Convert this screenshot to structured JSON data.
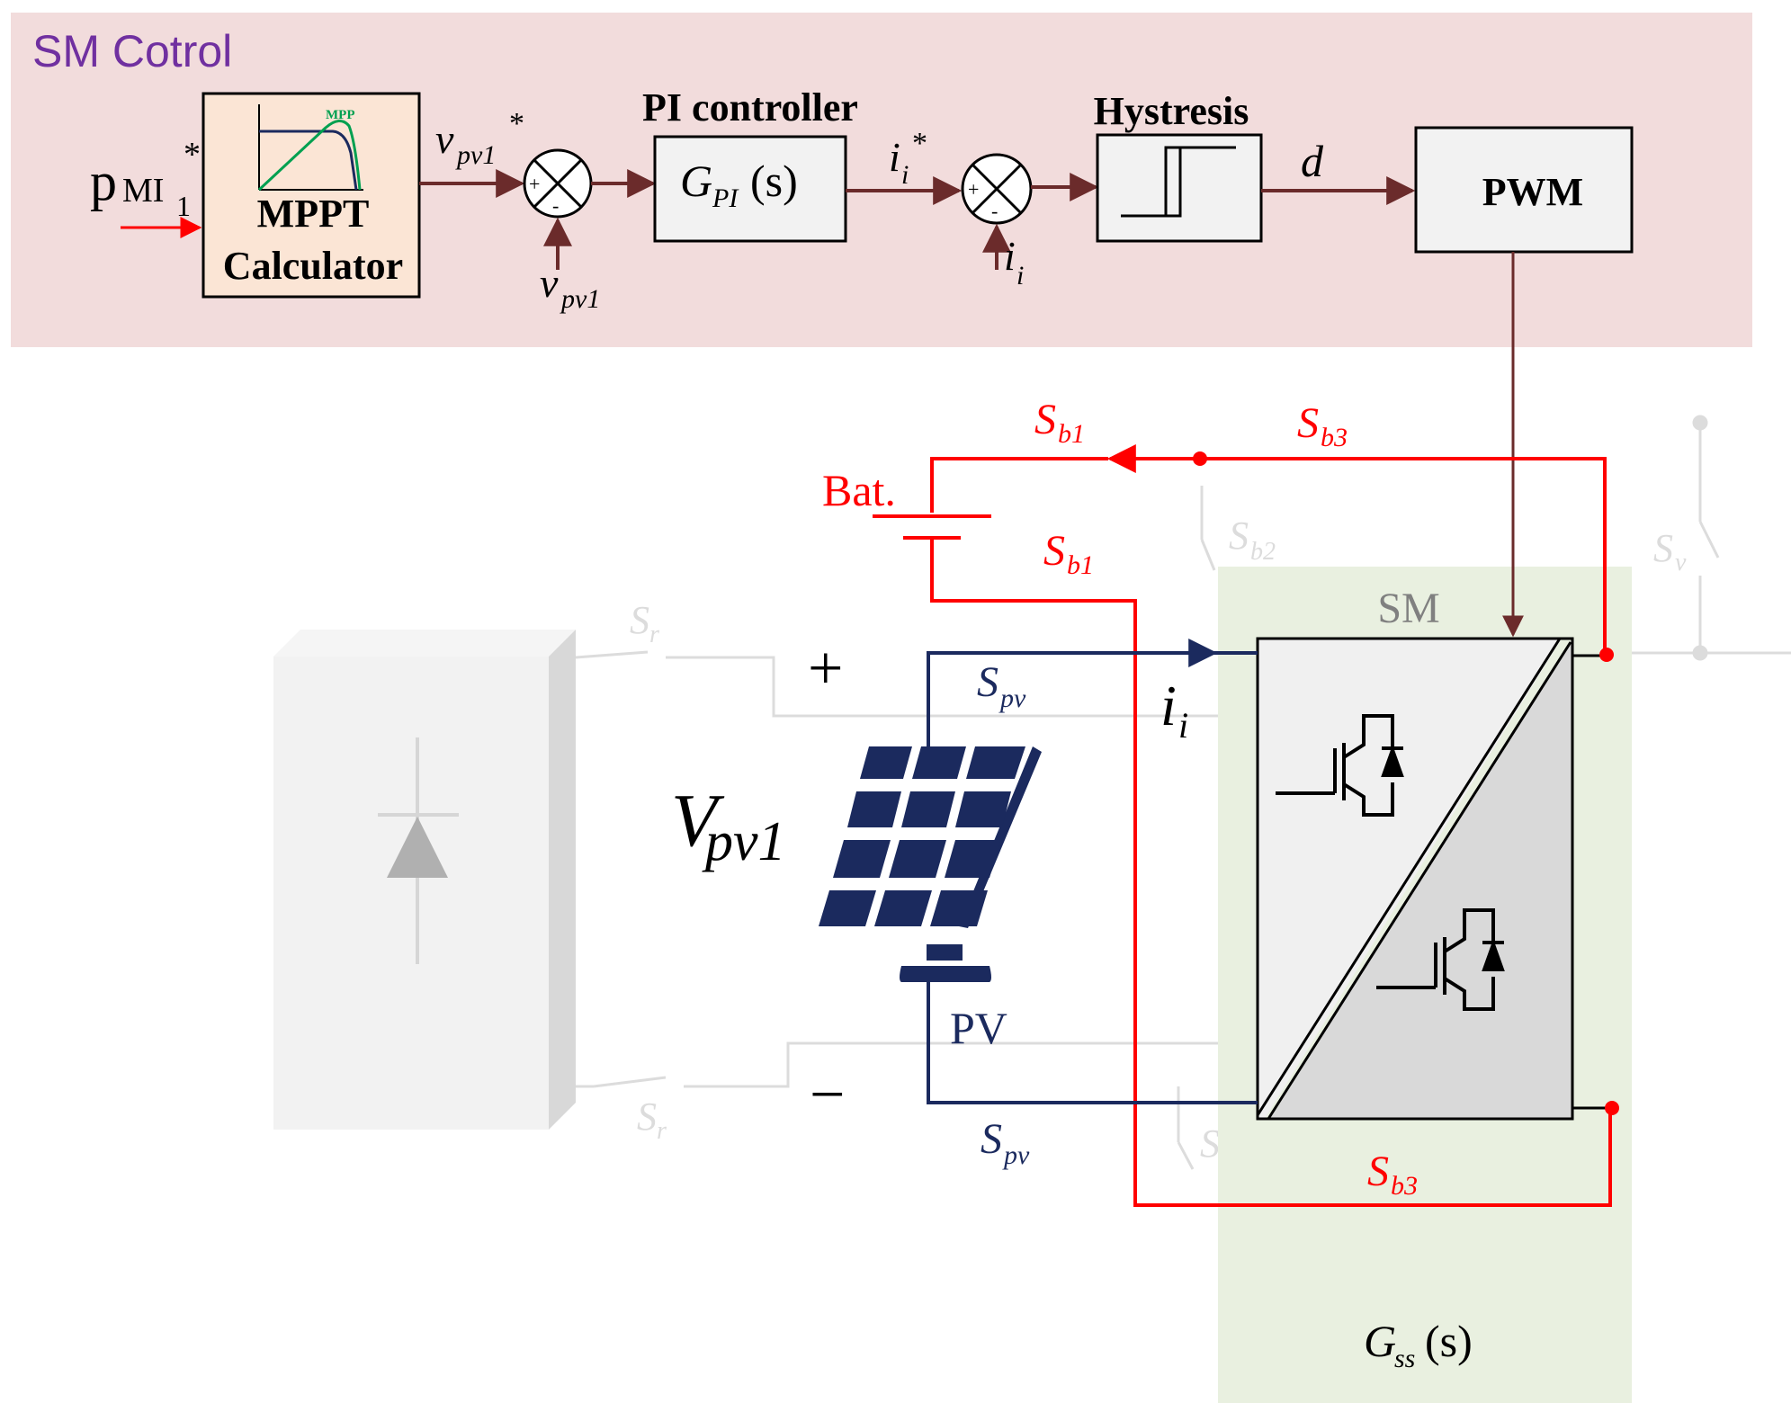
{
  "control": {
    "title": "SM Cotrol",
    "mppt": {
      "line1": "MPPT",
      "line2": "Calculator",
      "mpp": "MPP"
    },
    "pi": {
      "title": "PI controller",
      "G": "G",
      "sub": "PI",
      "arg": "(s)"
    },
    "hyst": {
      "title": "Hystresis"
    },
    "pwm": "PWM",
    "signals": {
      "p_main": "p",
      "p_sub": "MI",
      "p_subsub": "1",
      "star": "*",
      "v": "v",
      "v_sub": "pv1",
      "i": "i",
      "i_sub": "i",
      "d": "d",
      "plus": "+",
      "minus": "-"
    }
  },
  "circuit": {
    "bat": "Bat.",
    "sm": "SM",
    "pv": "PV",
    "plus": "+",
    "minus": "−",
    "vpv": {
      "main": "V",
      "sub": "pv1"
    },
    "ii": {
      "main": "i",
      "sub": "i"
    },
    "gss": {
      "main": "G",
      "sub": "ss",
      "arg": "(s)"
    },
    "switches": {
      "S": "S",
      "b1": "b1",
      "b2": "b2",
      "b3": "b3",
      "pv": "pv",
      "r": "r",
      "v": "v"
    }
  },
  "colors": {
    "control_bg": "#f2dcdc",
    "sm_bg": "#e9f0e0",
    "signal": "#6b2b2b",
    "red": "#ff0000",
    "navy": "#1b2a5e",
    "ghost": "#d8d8d8",
    "title": "#7030a0"
  }
}
